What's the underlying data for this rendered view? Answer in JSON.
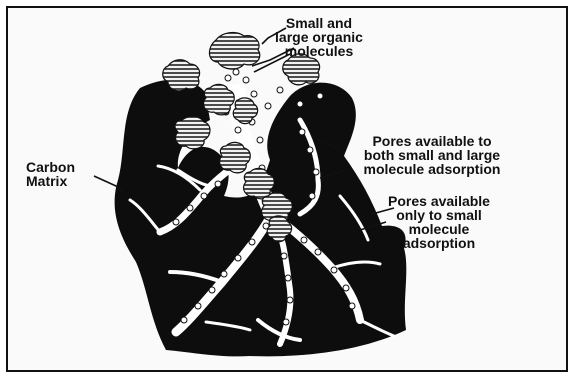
{
  "labels": {
    "molecules": "Small and\nlarge organic\nmolecules",
    "carbon_matrix": "Carbon\nMatrix",
    "pores_both": "Pores available to\nboth small and large\nmolecule adsorption",
    "pores_small": "Pores available\nonly to small\nmolecule\nadsorption"
  },
  "colors": {
    "carbon": "#0d0d0d",
    "pore_channel": "#ffffff",
    "molecule_hatch": "#222222",
    "border": "#111111"
  }
}
